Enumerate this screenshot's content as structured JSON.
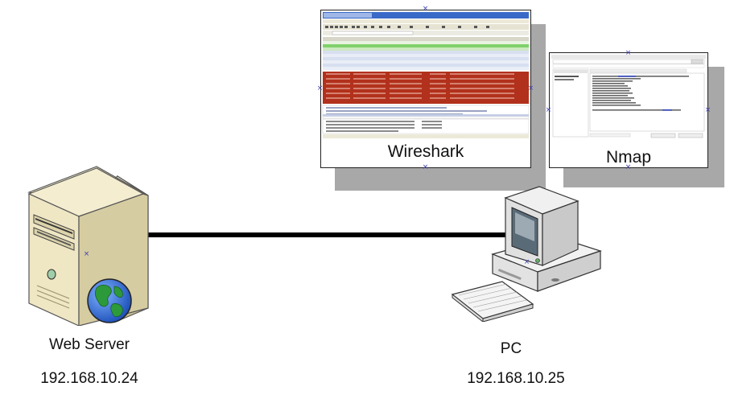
{
  "nodes": {
    "server": {
      "name": "Web Server",
      "ip": "192.168.10.24"
    },
    "pc": {
      "name": "PC",
      "ip": "192.168.10.25"
    }
  },
  "tools": {
    "wireshark": {
      "caption": "Wireshark"
    },
    "nmap": {
      "caption": "Nmap"
    }
  },
  "connection": {
    "type": "ethernet-link"
  },
  "icons": {
    "server": "web-server-icon",
    "globe": "globe-icon",
    "pc": "desktop-pc-icon",
    "keyboard": "keyboard-icon"
  },
  "colors": {
    "link": "#000000",
    "shadow": "#a8a8a8",
    "wireshark_red_rows": "#b2311c",
    "wireshark_green_rows": "#7fd16a",
    "globe_ocean": "#1f5fcf",
    "globe_land": "#2c9a3a",
    "server_body": "#efe6c4"
  }
}
